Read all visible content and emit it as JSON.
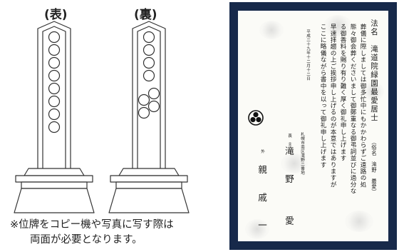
{
  "labels": {
    "front": "(表)",
    "back": "(裏)"
  },
  "note": {
    "line1": "※位牌をコピー機や写真に写す際は",
    "line2": "両面が必要となります。"
  },
  "card": {
    "title": "法名　滝道院緑園最愛居士",
    "secular_name": "（俗名　滝野　最愛）",
    "body": [
      "葬儀に際しましては御多忙中にもかかわらずご遠路の処",
      "態々御会葬くださいまして御鄭重なる御弔詞並びに過分な",
      "る御香料を賜り有り難く厚く御礼申し上げます",
      "早速拝趨の上ご挨拶申し上げるのが本意ではありますが",
      "ここに略儀ながら書中を以って御礼申し上げます"
    ],
    "date": "平成二十九年十二月十二日",
    "address": "札幌市南区滝野二番地",
    "chief_mourner_label": "喪　主",
    "chief_mourner_name": "滝　野　　愛",
    "others_label": "外",
    "relatives": "親　戚　一　同"
  },
  "colors": {
    "card_border": "#17294a",
    "card_paper": "#fbfbf7",
    "line": "#333333"
  }
}
